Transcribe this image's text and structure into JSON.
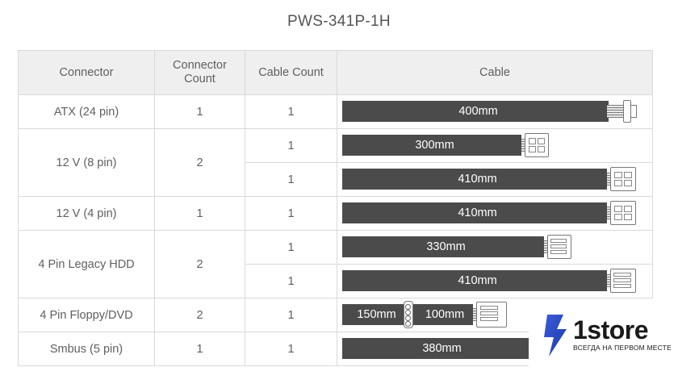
{
  "title": "PWS-341P-1H",
  "headers": {
    "connector": "Connector",
    "connector_count_line1": "Connector",
    "connector_count_line2": "Count",
    "cable_count": "Cable Count",
    "cable": "Cable"
  },
  "rows": [
    {
      "connector": "ATX (24 pin)",
      "connector_count": "1",
      "cables": [
        {
          "count": "1",
          "length": "400mm"
        }
      ]
    },
    {
      "connector": "12 V (8 pin)",
      "connector_count": "2",
      "cables": [
        {
          "count": "1",
          "length": "300mm"
        },
        {
          "count": "1",
          "length": "410mm"
        }
      ]
    },
    {
      "connector": "12 V (4 pin)",
      "connector_count": "1",
      "cables": [
        {
          "count": "1",
          "length": "410mm"
        }
      ]
    },
    {
      "connector": "4 Pin Legacy HDD",
      "connector_count": "2",
      "cables": [
        {
          "count": "1",
          "length": "330mm"
        },
        {
          "count": "1",
          "length": "410mm"
        }
      ]
    },
    {
      "connector": "4 Pin Floppy/DVD",
      "connector_count": "2",
      "cables": [
        {
          "count": "1",
          "length": "150mm",
          "length2": "100mm"
        }
      ]
    },
    {
      "connector": "Smbus (5 pin)",
      "connector_count": "1",
      "cables": [
        {
          "count": "1",
          "length": "380mm"
        }
      ]
    }
  ],
  "watermark": {
    "brand": "1store",
    "tagline": "ВСЕГДА НА ПЕРВОМ МЕСТЕ",
    "accent": "#3b5bdb"
  },
  "colors": {
    "cable": "#4b4b4b",
    "header_bg": "#efefef",
    "border": "#d9d9d9"
  }
}
